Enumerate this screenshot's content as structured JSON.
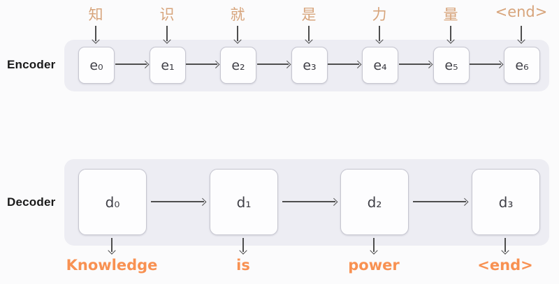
{
  "diagram": {
    "title_semantic": "seq2seq encoder-decoder translation diagram",
    "encoder": {
      "label": "Encoder",
      "inputs": [
        "知",
        "识",
        "就",
        "是",
        "力",
        "量",
        "<end>"
      ],
      "cells": [
        "e₀",
        "e₁",
        "e₂",
        "e₃",
        "e₄",
        "e₅",
        "e₆"
      ]
    },
    "decoder": {
      "label": "Decoder",
      "cells": [
        "d₀",
        "d₁",
        "d₂",
        "d₃"
      ],
      "outputs": [
        "Knowledge",
        "is",
        "power",
        "<end>"
      ]
    },
    "colors": {
      "page_background": "#fbfbfc",
      "band_background": "#ededf3",
      "cell_background": "#fdfdfe",
      "cell_border": "#c6c6d0",
      "cell_text": "#3f3f46",
      "row_label_text": "#1a1a1a",
      "input_token": "#d7a47b",
      "output_token": "#f89152",
      "arrow": "#4e4e4e"
    }
  }
}
